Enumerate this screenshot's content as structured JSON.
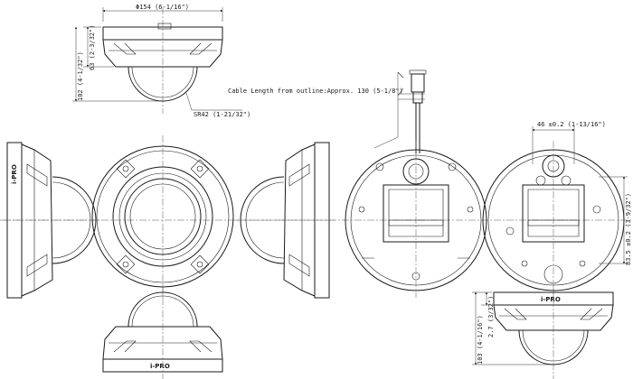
{
  "labels": {
    "top_width": "Φ154 (6-1/16\")",
    "top_height_small": "63 (2-3/32\")",
    "top_height_total": "102 (4-1/32\")",
    "dome_radius": "SR42 (1-21/32\")",
    "cable_length": "Cable Length from outline:Approx. 130 (5-1/8\")",
    "mount_width": "46 ±0.2 (1-13/16\")",
    "mount_diameter": "83.5 ±0.2 (3-9/32\")",
    "side_height_total": "103 (4-1/16\")",
    "side_height_small": "2.7 (3/32\")"
  },
  "brand": {
    "logo_text": "i-PRO"
  },
  "colors": {
    "line": "#1a1a1a",
    "background": "#ffffff"
  }
}
